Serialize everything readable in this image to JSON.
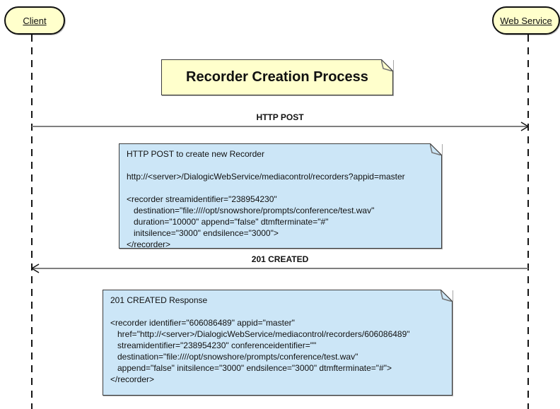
{
  "diagram": {
    "title_note": {
      "text": "Recorder Creation Process"
    },
    "actors": [
      {
        "id": "client",
        "label": "Client"
      },
      {
        "id": "web-service",
        "label": "Web Service"
      }
    ],
    "messages": [
      {
        "label": "HTTP POST",
        "from": "Client",
        "to": "Web Service",
        "direction": "right"
      },
      {
        "label": "201 CREATED",
        "from": "Web Service",
        "to": "Client",
        "direction": "left"
      }
    ],
    "notes": [
      {
        "id": "request-note",
        "lines": [
          "HTTP POST to create new Recorder",
          "",
          "http://<server>/DialogicWebService/mediacontrol/recorders?appid=master",
          "",
          "<recorder streamidentifier=\"238954230\"",
          "   destination=\"file:////opt/snowshore/prompts/conference/test.wav\"",
          "   duration=\"10000\" append=\"false\" dtmfterminate=\"#\"",
          "   initsilence=\"3000\" endsilence=\"3000\">",
          "</recorder>"
        ]
      },
      {
        "id": "response-note",
        "lines": [
          "201 CREATED Response",
          "",
          "<recorder identifier=\"606086489\" appid=\"master\"",
          "   href=\"http://<server>/DialogicWebService/mediacontrol/recorders/606086489\"",
          "   streamidentifier=\"238954230\" conferenceidentifier=\"\"",
          "   destination=\"file:////opt/snowshore/prompts/conference/test.wav\"",
          "   append=\"false\" initsilence=\"3000\" endsilence=\"3000\" dtmfterminate=\"#\">",
          "</recorder>"
        ]
      }
    ],
    "colors": {
      "actor_fill": "#ffffcc",
      "title_fill": "#ffffcc",
      "note_fill": "#cce6f7",
      "message_line": "#7f7f7f",
      "lifeline": "#151515"
    }
  }
}
